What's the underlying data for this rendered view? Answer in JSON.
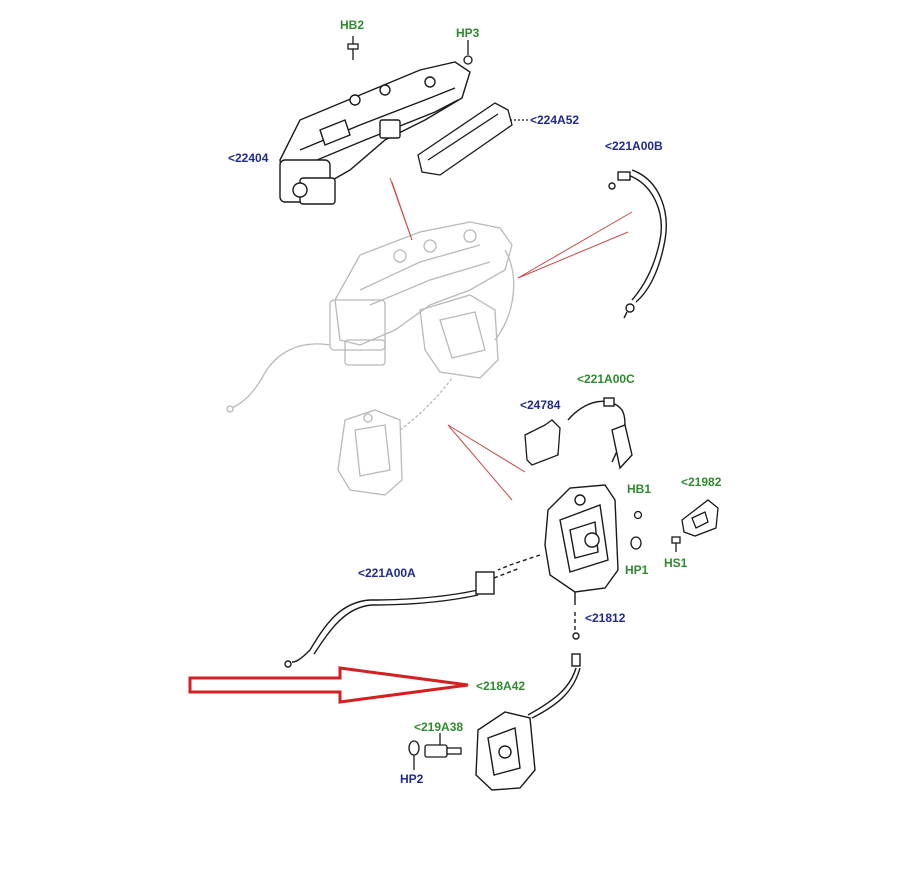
{
  "labels": {
    "hb2": "HB2",
    "hp3": "HP3",
    "p224a52": "<224A52",
    "p22404": "<22404",
    "p221a00b": "<221A00B",
    "p221a00c": "<221A00C",
    "p24784": "<24784",
    "hb1": "HB1",
    "p21982": "<21982",
    "hp1": "HP1",
    "hs1": "HS1",
    "p221a00a": "<221A00A",
    "p21812": "<21812",
    "p218a42": "<218A42",
    "p219a38": "<219A38",
    "hp2": "HP2"
  },
  "colors": {
    "part_number_text": "#1f2a8c",
    "fastener_text": "#2f8a2f",
    "callout_arrow": "#d42020",
    "line_art": "#1a1a1a",
    "ghost_art": "#b9b9b9",
    "leader_lines": "#c84a4a"
  }
}
